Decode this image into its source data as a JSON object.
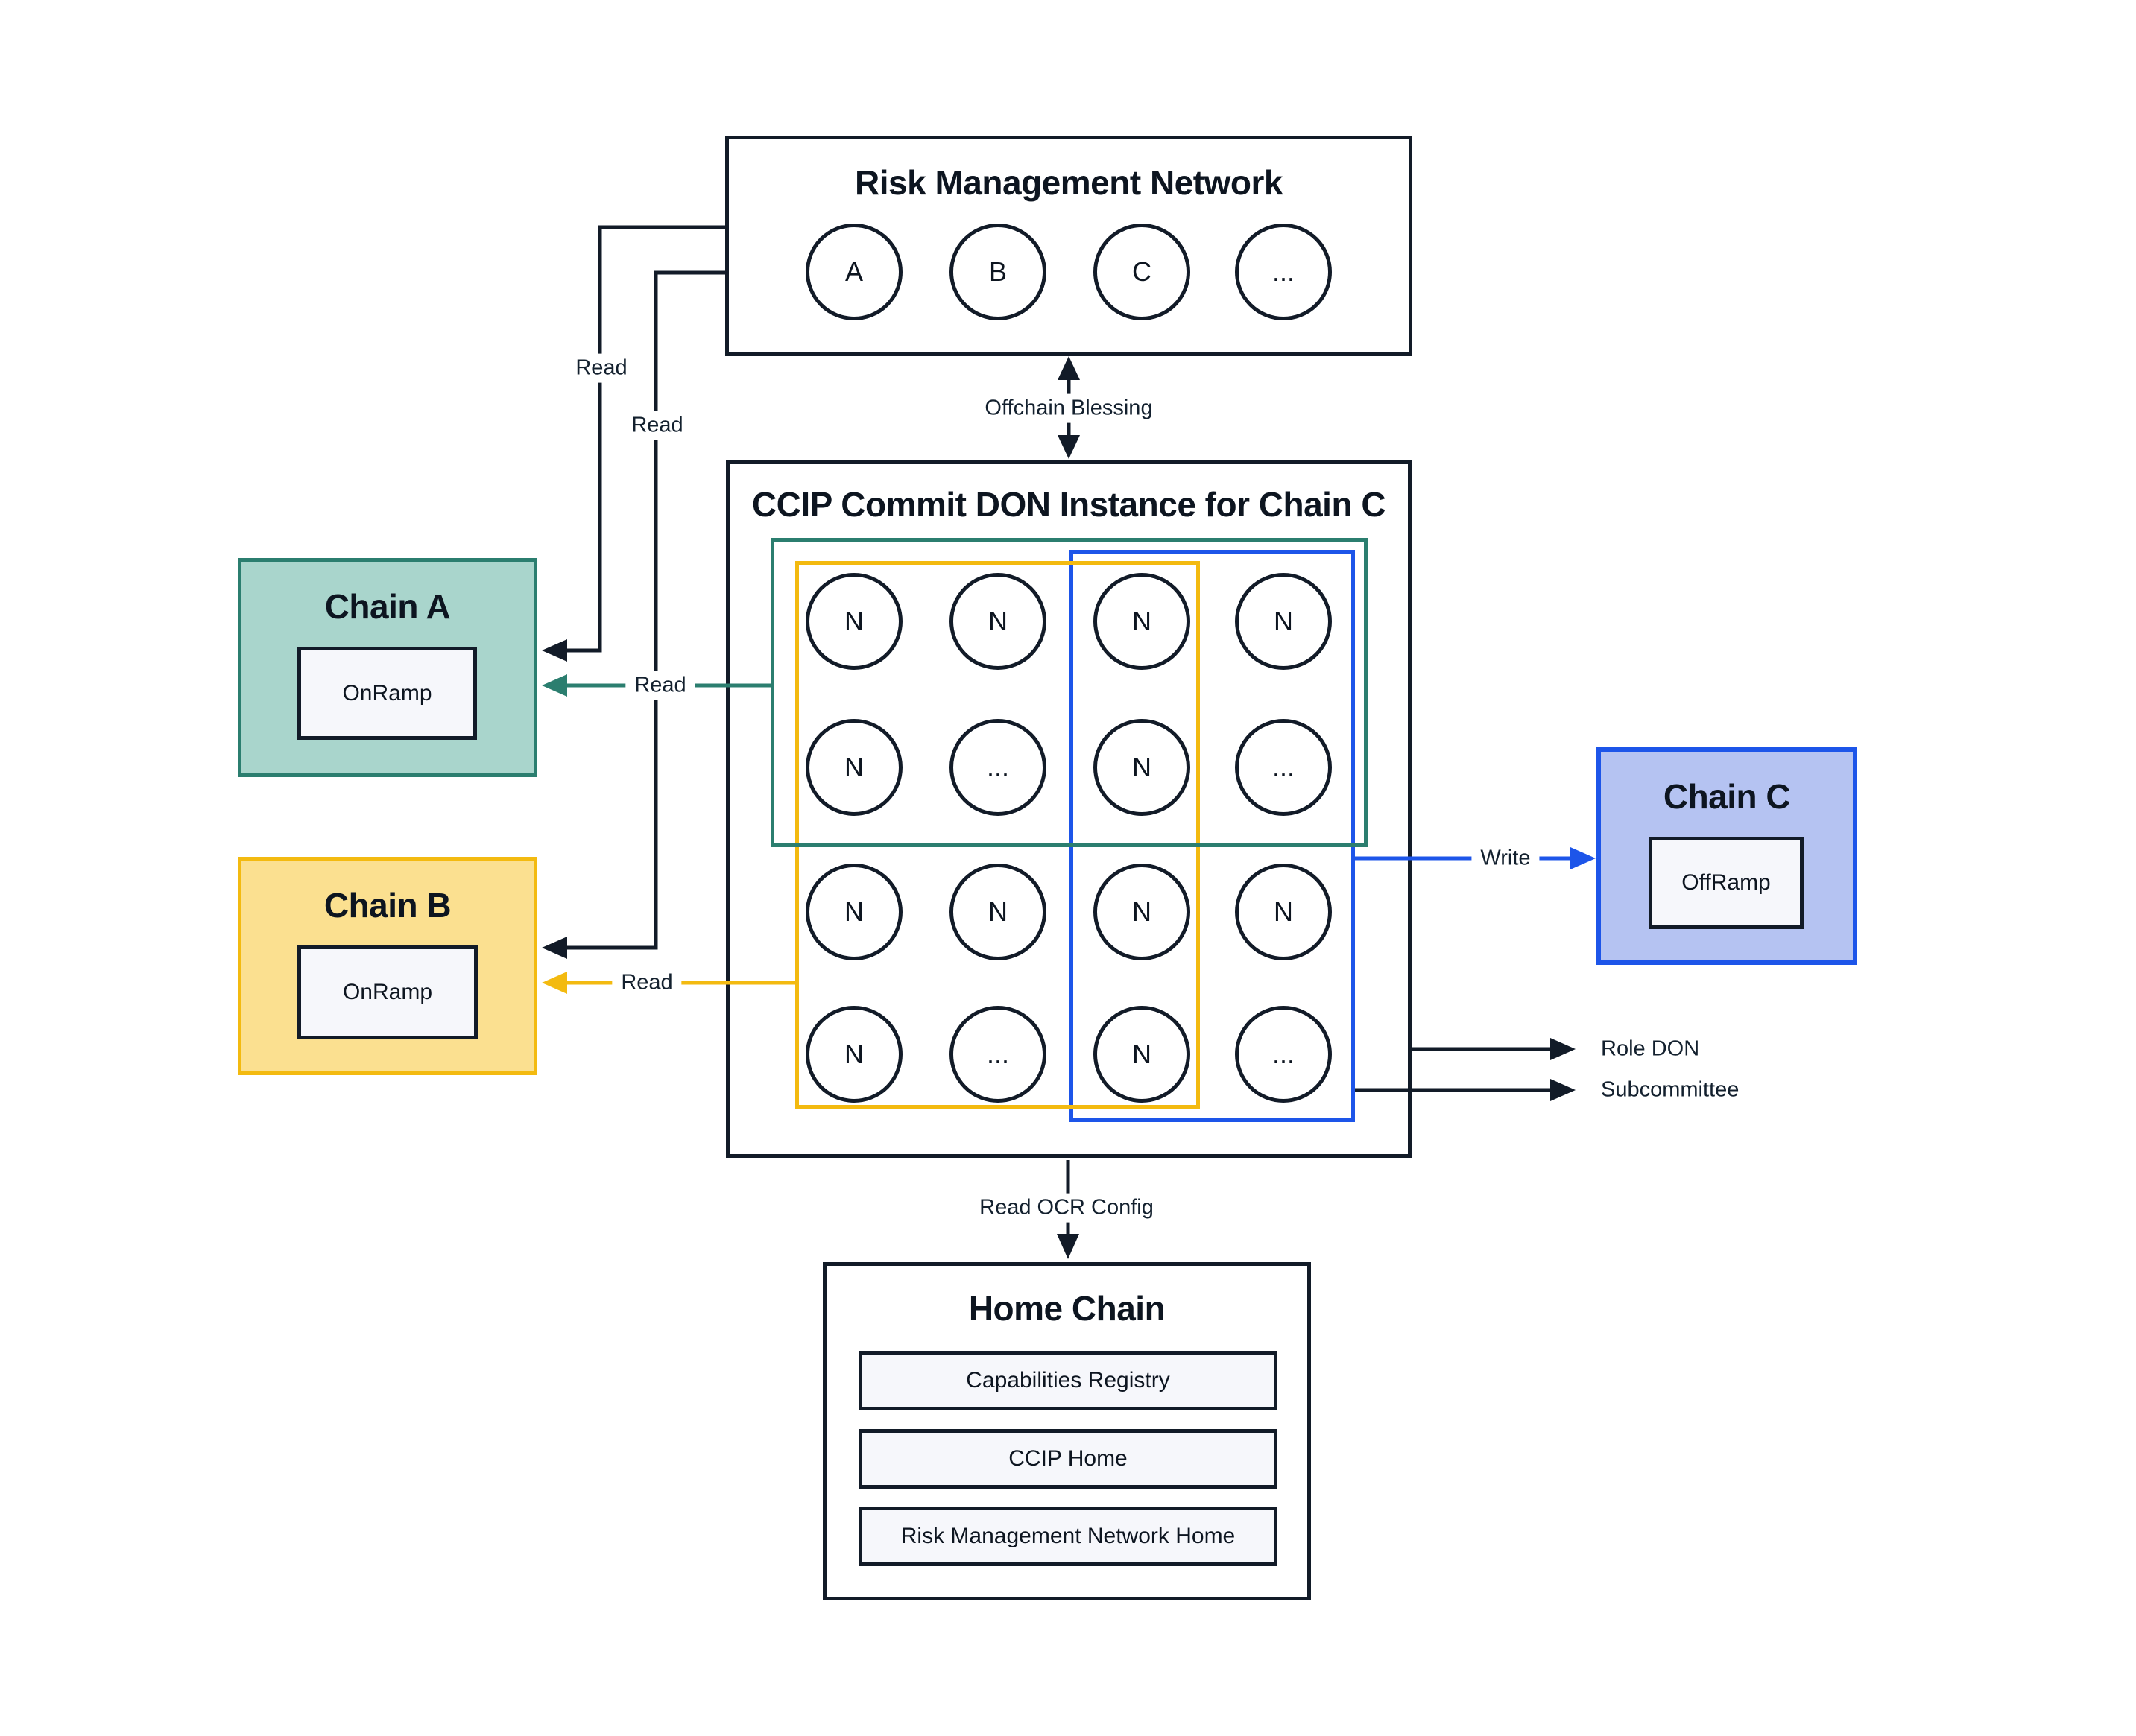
{
  "rmn": {
    "title": "Risk Management Network",
    "nodes": [
      "A",
      "B",
      "C",
      "..."
    ]
  },
  "don": {
    "title": "CCIP Commit DON Instance for Chain C",
    "grid": [
      [
        "N",
        "N",
        "N",
        "N"
      ],
      [
        "N",
        "...",
        "N",
        "..."
      ],
      [
        "N",
        "N",
        "N",
        "N"
      ],
      [
        "N",
        "...",
        "N",
        "..."
      ]
    ]
  },
  "chains": {
    "a": {
      "title": "Chain A",
      "contract": "OnRamp"
    },
    "b": {
      "title": "Chain B",
      "contract": "OnRamp"
    },
    "c": {
      "title": "Chain C",
      "contract": "OffRamp"
    }
  },
  "home": {
    "title": "Home Chain",
    "items": [
      "Capabilities Registry",
      "CCIP Home",
      "Risk Management Network Home"
    ]
  },
  "labels": {
    "offchain_blessing": "Offchain Blessing",
    "read": "Read",
    "write": "Write",
    "role_don": "Role DON",
    "subcommittee": "Subcommittee",
    "read_ocr_config": "Read OCR Config"
  },
  "colors": {
    "line_dark": "#121b28",
    "teal_border": "#2b7e6f",
    "teal_fill": "#a9d5cc",
    "yellow_border": "#f3ba10",
    "yellow_fill": "#fbe090",
    "blue_border": "#1d55e9",
    "blue_fill": "#b5c3f2",
    "panel_fill": "#f6f7fb"
  }
}
